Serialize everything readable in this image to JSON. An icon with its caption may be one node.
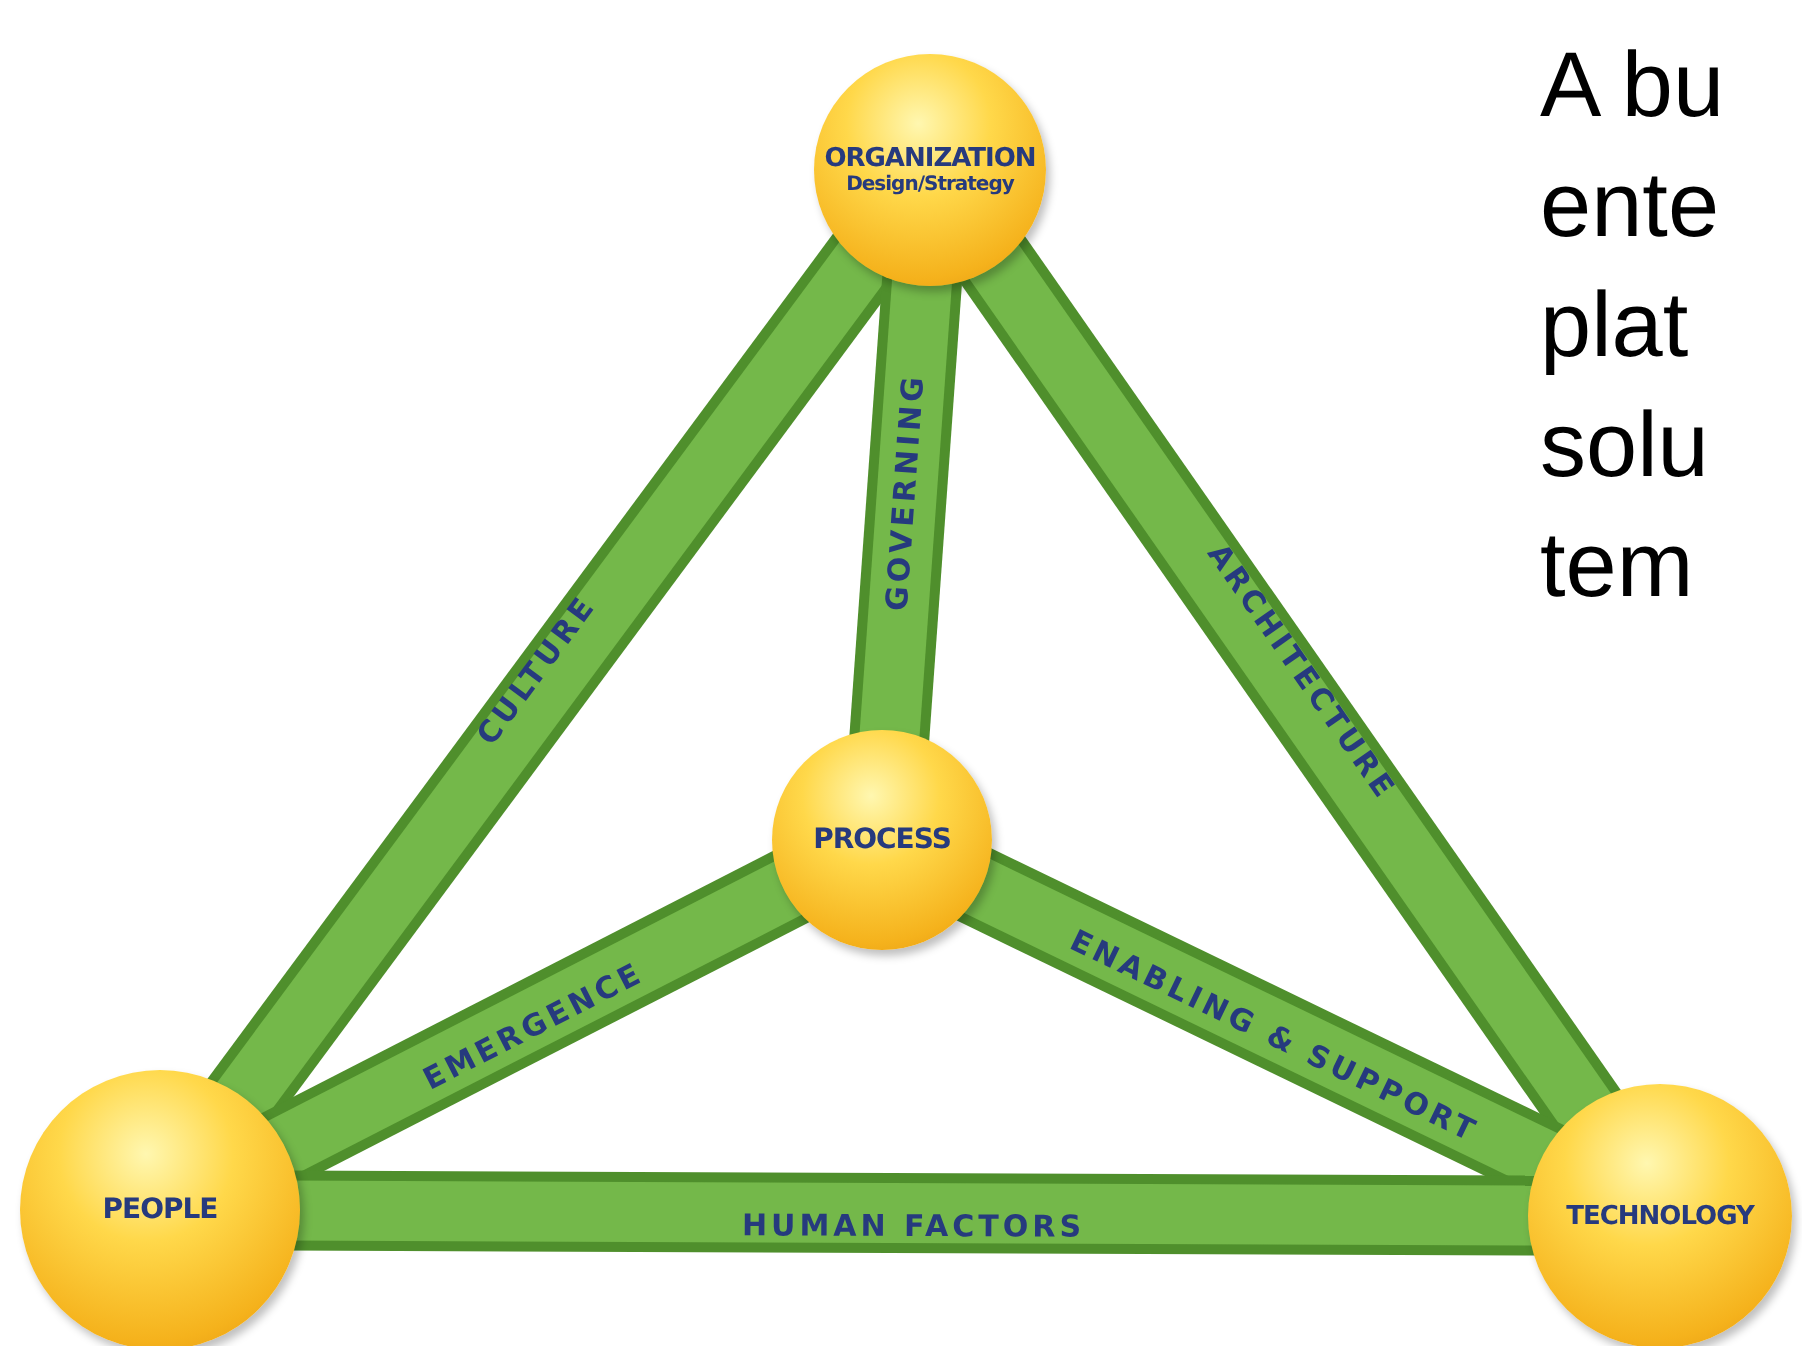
{
  "diagram": {
    "nodes": [
      {
        "text": [
          "ORGANIZATION",
          "Design/Strategy"
        ]
      },
      {
        "text": [
          "PROCESS"
        ]
      },
      {
        "text": [
          "PEOPLE"
        ]
      },
      {
        "text": [
          "TECHNOLOGY"
        ]
      }
    ],
    "edges": [
      {
        "from": 0,
        "to": 2,
        "arrow": "none",
        "label": "CULTURE"
      },
      {
        "from": 0,
        "to": 1,
        "arrow": "none",
        "label": "GOVERNING"
      },
      {
        "from": 0,
        "to": 3,
        "arrow": "none",
        "label": "ARCHITECTURE"
      },
      {
        "from": 2,
        "to": 1,
        "arrow": "none",
        "label": "EMERGENCE"
      },
      {
        "from": 1,
        "to": 3,
        "arrow": "none",
        "label": "ENABLING & SUPPORT"
      },
      {
        "from": 2,
        "to": 3,
        "arrow": "none",
        "label": "HUMAN FACTORS"
      }
    ],
    "labels": [
      "A bu ente plat solu tem"
    ]
  }
}
